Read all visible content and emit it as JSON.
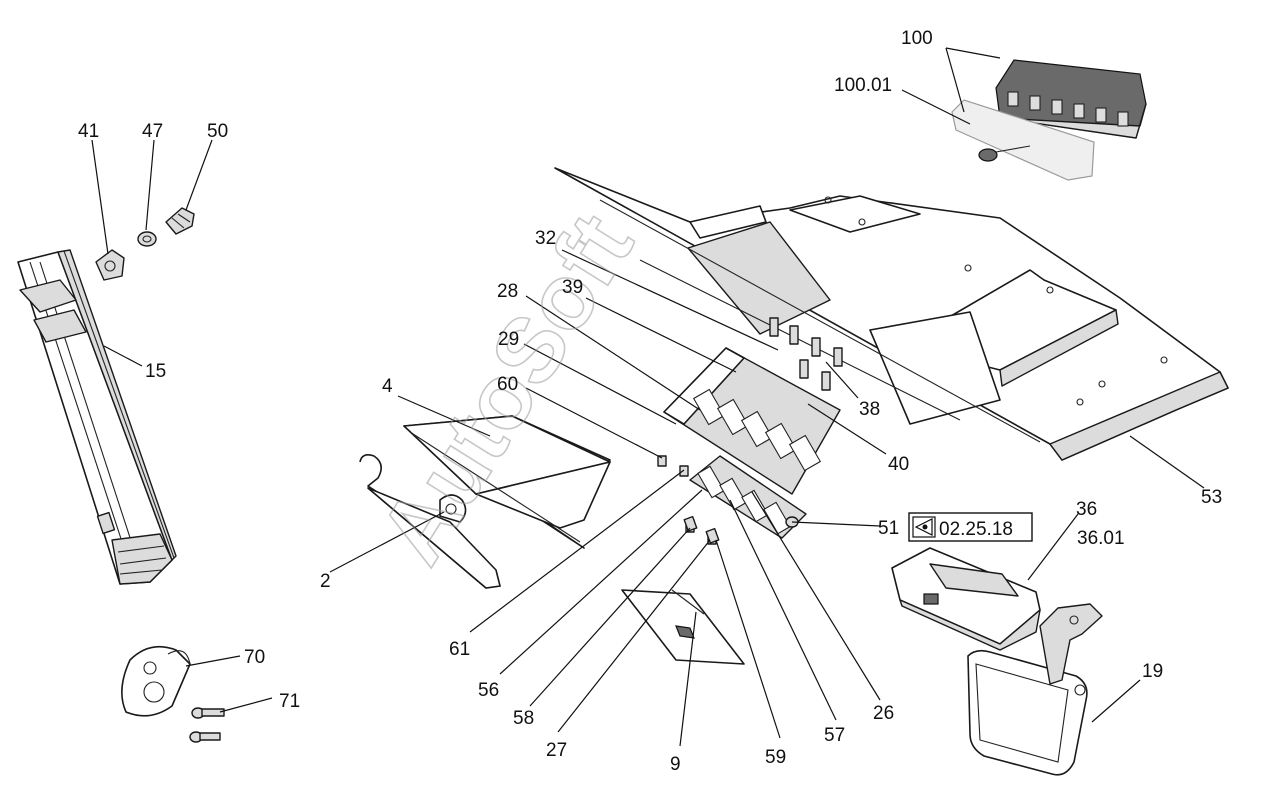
{
  "watermark": "AutoSoft",
  "reference_box": {
    "text": "02.25.18",
    "icon": "view-reference-icon"
  },
  "callouts": {
    "c100": "100",
    "c100_01": "100.01",
    "c41": "41",
    "c47": "47",
    "c50": "50",
    "c15": "15",
    "c32": "32",
    "c28": "28",
    "c39": "39",
    "c29": "29",
    "c60": "60",
    "c4": "4",
    "c38": "38",
    "c40": "40",
    "c53": "53",
    "c51": "51",
    "c36": "36",
    "c36_01": "36.01",
    "c2": "2",
    "c61": "61",
    "c56": "56",
    "c58": "58",
    "c27": "27",
    "c9": "9",
    "c59": "59",
    "c57": "57",
    "c26": "26",
    "c19": "19",
    "c70": "70",
    "c71": "71"
  }
}
